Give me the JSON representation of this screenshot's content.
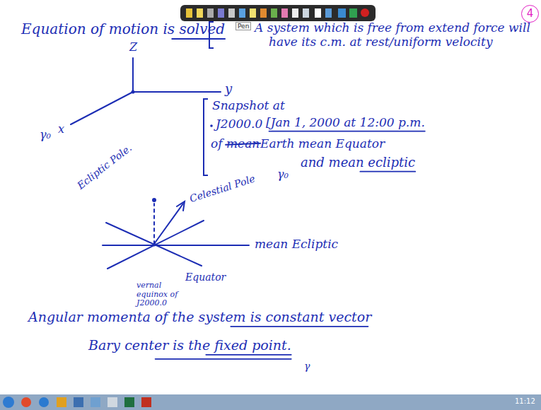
{
  "diagram": {
    "nodes": [
      {
        "text": [
          "4"
        ]
      }
    ],
    "labels": [
      "Equation of motion is solved",
      "A system which is free from extend force will have its c.m. at rest/uniform velocity",
      "Z",
      "y",
      "x",
      "γ₀",
      "Snapshot at",
      "J2000.0",
      "[Jan 1, 2000 at 12:00 p.m.",
      "of",
      "mean",
      "Earth mean Equator",
      "and mean ecliptic",
      "γ₀",
      "Ecliptic Pole.",
      "Celestial Pole",
      "mean Ecliptic",
      "vernal equinox of J2000.0",
      "Equator",
      "γ",
      "Angular momenta of the system is constant vector",
      "Bary center is the fixed point.",
      "Pen",
      "11:12"
    ]
  }
}
